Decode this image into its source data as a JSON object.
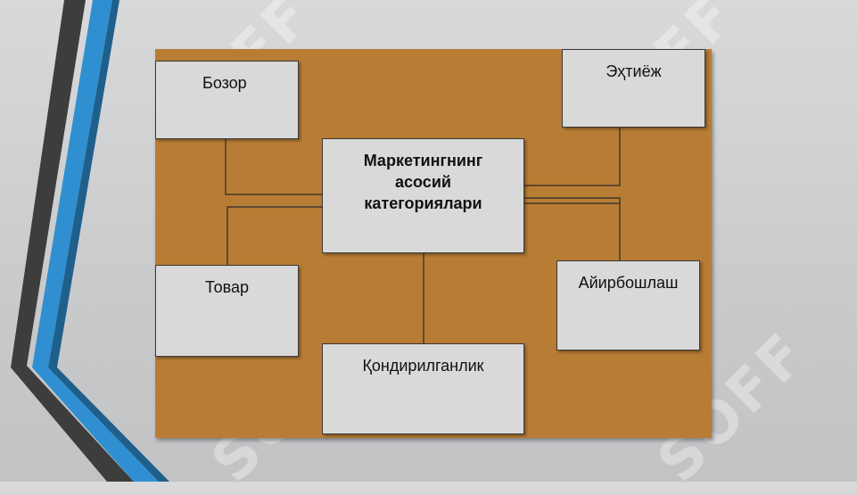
{
  "diagram": {
    "center": "Маркетингнинг асосий категориялари",
    "nodes": {
      "bozor": "Бозор",
      "ehtiyoj": "Эҳтиёж",
      "tovar": "Товар",
      "ayirboshlash": "Айирбошлаш",
      "qondirilganlik": "Қондирилганлик"
    }
  },
  "watermark": {
    "text": "SOFF"
  },
  "colors": {
    "panel": "#b87d34",
    "box": "#d9d9d9",
    "stripe_blue": "#2f8fd0",
    "stripe_dark": "#3d3d3d"
  }
}
